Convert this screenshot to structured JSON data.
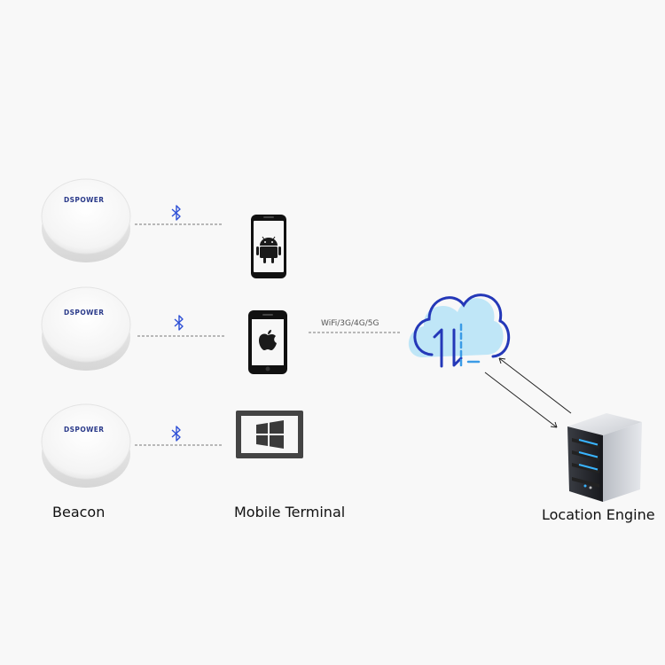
{
  "beacons": [
    {
      "brand": "DSPOWER"
    },
    {
      "brand": "DSPOWER"
    },
    {
      "brand": "DSPOWER"
    }
  ],
  "terminals": [
    {
      "device": "android-phone"
    },
    {
      "device": "apple-phone"
    },
    {
      "device": "windows-tablet"
    }
  ],
  "links": {
    "bluetooth_icon": "bluetooth-icon",
    "network_label": "WiFi/3G/4G/5G"
  },
  "labels": {
    "beacon": "Beacon",
    "mobile_terminal": "Mobile Terminal",
    "location_engine": "Location Engine"
  },
  "colors": {
    "background": "#f8f8f8",
    "bluetooth": "#2d4fd6",
    "cloud_fill": "#bfe6f7",
    "cloud_stroke": "#2438b8",
    "server_light": "#39b4ff"
  }
}
